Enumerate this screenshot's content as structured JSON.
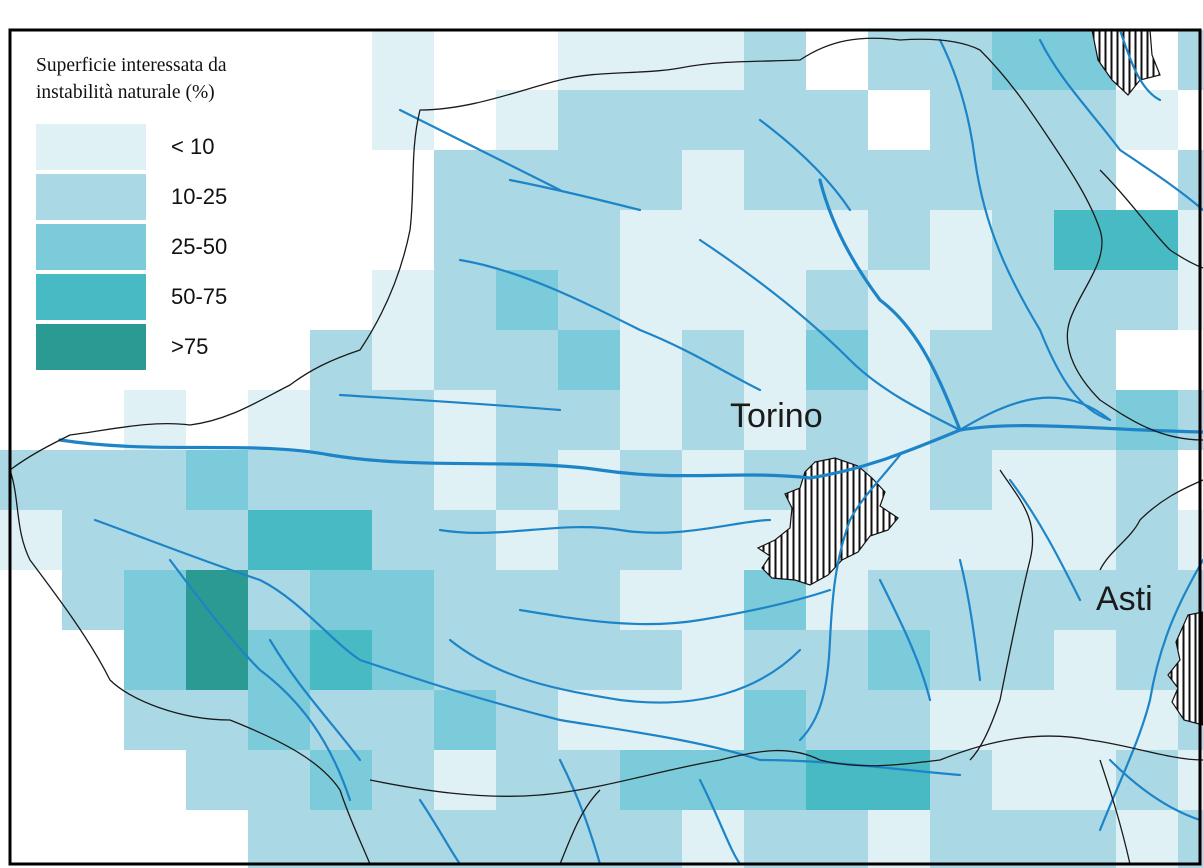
{
  "legend": {
    "title_line1": "Superficie interessata da",
    "title_line2": "instabilità naturale (%)",
    "classes": [
      {
        "label": "< 10",
        "color": "#e0f1f5"
      },
      {
        "label": "10-25",
        "color": "#aad9e5"
      },
      {
        "label": "25-50",
        "color": "#7ccbdb"
      },
      {
        "label": "50-75",
        "color": "#48bac3"
      },
      {
        "label": ">75",
        "color": "#2b9a93"
      }
    ]
  },
  "cities": {
    "torino": "Torino",
    "asti": "Asti"
  },
  "colors": {
    "river": "#1e84c8",
    "boundary": "#1a1a1a",
    "frame": "#000000"
  }
}
